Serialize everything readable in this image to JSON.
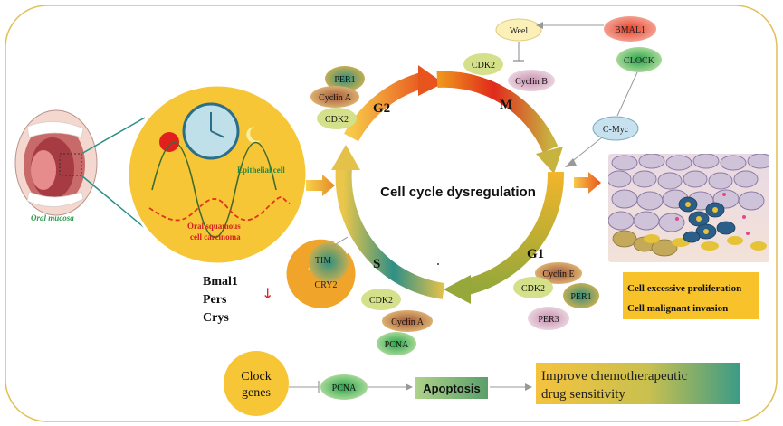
{
  "mouth": {
    "label": "Oral mucosa"
  },
  "yellow_circle": {
    "epithelial_label": "Epithelial cell",
    "carcinoma_label_line1": "Oral squamous",
    "carcinoma_label_line2": "cell carcinoma"
  },
  "cycle": {
    "center_label": "Cell cycle dysregulation",
    "phases": {
      "g2": "G2",
      "m": "M",
      "g1": "G1",
      "s": "S"
    }
  },
  "g2_complex": {
    "per1": "PER1",
    "cyclin_a": "Cyclin A",
    "cdk2": "CDK2"
  },
  "m_complex": {
    "weel": "Weel",
    "cdk2": "CDK2",
    "cyclin_b": "Cyclin B"
  },
  "clock_chain": {
    "bmal1": "BMAL1",
    "clock": "CLOCK",
    "cmyc": "C-Myc"
  },
  "g1_complex": {
    "cyclin_e": "Cyclin E",
    "cdk2": "CDK2",
    "per1": "PER1",
    "per3": "PER3"
  },
  "s_complex": {
    "cdk2": "CDK2",
    "cyclin_a": "Cyclin A",
    "pcna": "PCNA"
  },
  "tim_cry": {
    "tim": "TIM",
    "cry2": "CRY2"
  },
  "gene_list": {
    "items": [
      "Bmal1",
      "Pers",
      "Crys"
    ],
    "arrow": "↓"
  },
  "outcomes": {
    "line1": "Cell excessive proliferation",
    "line2": "Cell malignant invasion"
  },
  "bottom": {
    "clock_genes_line1": "Clock",
    "clock_genes_line2": "genes",
    "pcna": "PCNA",
    "apoptosis": "Apoptosis",
    "result_line1": "Improve chemotherapeutic",
    "result_line2": "drug sensitivity"
  }
}
